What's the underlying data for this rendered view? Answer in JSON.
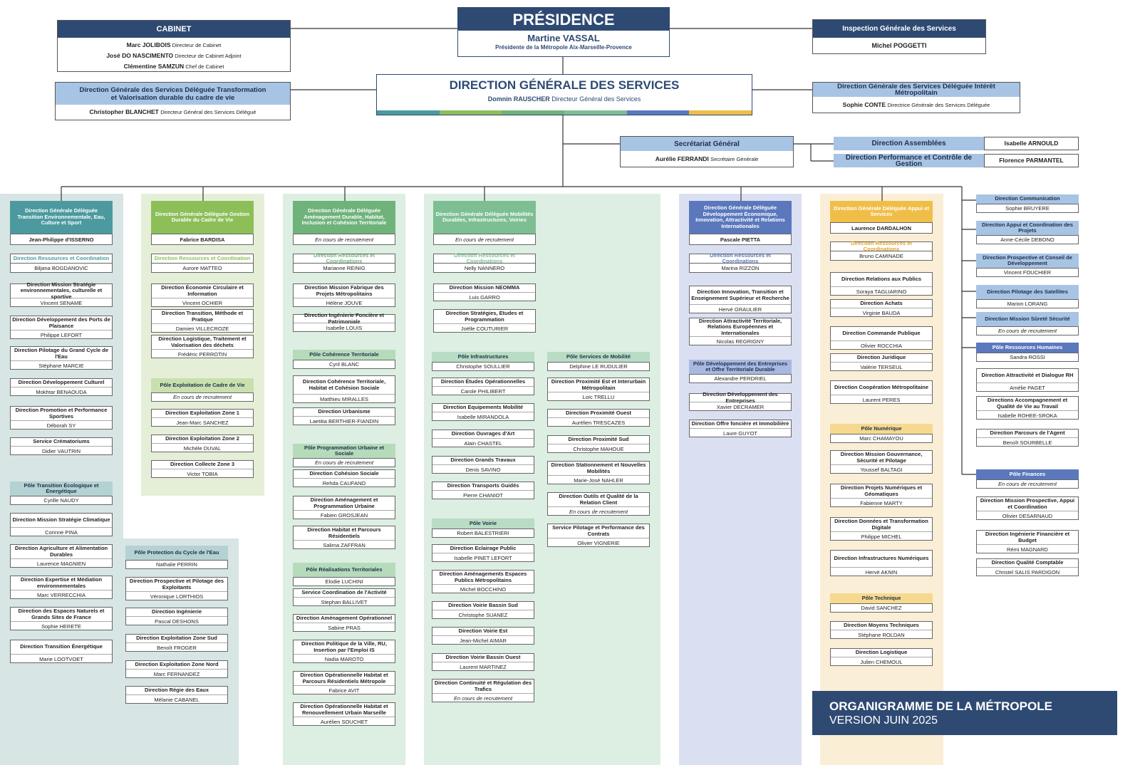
{
  "colors": {
    "navy": "#2e4a73",
    "lightblue": "#a8c4e4",
    "teal": "#4c9aa0",
    "green": "#8cbf58",
    "green2": "#6fb37a",
    "green3": "#7dbf92",
    "purple": "#5b78bd",
    "gold": "#f0be48",
    "bg_teal": "#d7e5e4",
    "bg_green": "#e5efd8",
    "bg_green2": "#ddeee2",
    "bg_purple": "#dbdff2",
    "bg_gold": "#fbeed6"
  },
  "presidence": {
    "title": "PRÉSIDENCE",
    "name": "Martine VASSAL",
    "role": "Présidente de la Métropole Aix-Marseille-Provence"
  },
  "cabinet": {
    "title": "CABINET",
    "lines": [
      [
        "Marc JOLIBOIS",
        "Directeur de Cabinet"
      ],
      [
        "José DO NASCIMENTO",
        "Directeur de Cabinet Adjoint"
      ],
      [
        "Clémentine SAMZUN",
        "Chef de Cabinet"
      ]
    ]
  },
  "inspection": {
    "title": "Inspection Générale des Services",
    "name": "Michel POGGETTI"
  },
  "dgs": {
    "title": "DIRECTION GÉNÉRALE DES SERVICES",
    "name": "Domnin RAUSCHER",
    "role": "Directeur Général des Services"
  },
  "dgsd_left": {
    "title": "Direction Générale des Services Déléguée Transformation et Valorisation durable du cadre de vie",
    "name": "Christopher BLANCHET",
    "role": "Directeur Général des Services Délégué"
  },
  "dgsd_right": {
    "title": "Direction Générale des Services Déléguée Intérêt Métropolitain",
    "name": "Sophie CONTE",
    "role": "Directrice Générale des Services Déléguée"
  },
  "secretariat": {
    "title": "Secrétariat Général",
    "name": "Aurélie FERRANDI",
    "role": "Secrétaire Générale"
  },
  "assemblees": {
    "title": "Direction Assemblées",
    "name": "Isabelle ARNOULD"
  },
  "performance": {
    "title": "Direction  Performance et Contrôle de Gestion",
    "name": "Florence PARMANTEL"
  },
  "footer": {
    "line1": "ORGANIGRAMME DE LA MÉTROPOLE",
    "line2": "VERSION JUIN 2025"
  },
  "col1": {
    "head": "Direction Générale Déléguée Transition Environnementale, Eau, Culture et Sport",
    "name": "Jean-Philippe d'ISSERNO",
    "res_title": "Direction Ressources et Coordination",
    "res_name": "Biljana BOGDANOVIC",
    "units": [
      [
        "Direction Mission Stratégie environnementales, culturelle et sportive",
        "Vincent SENAME"
      ],
      [
        "Direction Développement des Ports de Plaisance",
        "Philippe LEFORT"
      ],
      [
        "Direction Pilotage du Grand Cycle de l'Eau",
        "Stéphane MARCIE"
      ],
      [
        "Direction Développement Culturel",
        "Mokhtar BENAOUDA"
      ],
      [
        "Direction Promotion et Performance Sportives",
        "Déborah SY"
      ],
      [
        "Service Crématoriums",
        "Didier VAUTRIN"
      ]
    ],
    "pole_title": "Pôle Transition Écologique et Énergétique",
    "pole_name": "Cyrille NAUDY",
    "pole_units": [
      [
        "Direction Mission Stratégie Climatique",
        "Corinne PINA"
      ],
      [
        "Direction Agriculture et Alimentation Durables",
        "Laurence MAGNIEN"
      ],
      [
        "Direction Expertise et Médiation environnementales",
        "Marc VERRECCHIA"
      ],
      [
        "Direction des Espaces Naturels et Grands Sites de France",
        "Sophie HERETE"
      ],
      [
        "Direction Transition Énergétique",
        "Marie LOOTVOET"
      ]
    ],
    "pole2_title": "Pôle Protection du Cycle de l'Eau",
    "pole2_name": "Nathalie PERRIN",
    "pole2_units": [
      [
        "Direction  Prospective et Pilotage des Exploitants",
        "Véronique LORTHIOS"
      ],
      [
        "Direction Ingénierie",
        "Pascal DESHONS"
      ],
      [
        "Direction Exploitation Zone Sud",
        "Benoît FROGER"
      ],
      [
        "Direction Exploitation Zone Nord",
        "Marc FERNANDEZ"
      ],
      [
        "Direction Régie des Eaux",
        "Mélanie CABANEL"
      ]
    ]
  },
  "col2": {
    "head": "Direction Générale Déléguée Gestion Durable du Cadre de Vie",
    "name": "Fabrice BARDISA",
    "res_title": "Direction Ressources et Coordination",
    "res_name": "Aurore MATTEO",
    "units": [
      [
        "Direction Économie Circulaire et Information",
        "Vincent OCHIER"
      ],
      [
        "Direction Transition, Méthode et Pratique",
        "Damien VILLECROZE"
      ],
      [
        "Direction Logistique, Traitement et Valorisation des déchets",
        "Frédéric PERROTIN"
      ]
    ],
    "pole_title": "Pôle Exploitation de Cadre de Vie",
    "pole_name": "En cours de recrutement",
    "pole_units": [
      [
        "Direction Exploitation Zone 1",
        "Jean-Marc SANCHEZ"
      ],
      [
        "Direction Exploitation Zone 2",
        "Michèle DUVAL"
      ],
      [
        "Direction Collecte Zone 3",
        "Victor TOBIA"
      ]
    ]
  },
  "col3": {
    "head": "Direction Générale Déléguée Aménagement Durable, Habitat, Inclusion et Cohésion Territoriale",
    "name": "En cours de recrutement",
    "res_title": "Direction Ressources et Coordinations",
    "res_name": "Marianne REINIG",
    "units": [
      [
        "Direction Mission Fabrique des Projets Métropolitains",
        "Hélène JOUVE"
      ],
      [
        "Direction Ingénierie Foncière et Patrimoniale",
        "Isabelle LOUIS"
      ]
    ],
    "pole1_title": "Pôle Cohérence Territoriale",
    "pole1_name": "Cyril BLANC",
    "pole1_units": [
      [
        "Direction Cohérence Territoriale, Habitat et Cohésion Sociale",
        "Matthieu MIRALLES"
      ],
      [
        "Direction Urbanisme",
        "Laetitia BERTHIER-FIANDIN"
      ]
    ],
    "pole2_title": "Pôle Programmation Urbaine et Sociale",
    "pole2_name": "En cours de recrutement",
    "pole2_units": [
      [
        "Direction Cohésion Sociale",
        "Rehda CAUFANO"
      ],
      [
        "Direction Aménagement et Programmation Urbaine",
        "Fabien GROSJEAN"
      ],
      [
        "Direction Habitat et Parcours Résidentiels",
        "Salima ZAFFRAN"
      ]
    ],
    "pole3_title": "Pôle Réalisations Territoriales",
    "pole3_name": "Elodie LUCHINI",
    "pole3_units": [
      [
        "Service Coordination de l'Activité",
        "Stephan BALLIVET"
      ],
      [
        "Direction Aménagement Opérationnel",
        "Sabine PRAS"
      ],
      [
        "Direction Politique de la Ville, RU, Insertion par l'Emploi IS",
        "Nadia MAROTO"
      ],
      [
        "Direction Opérationnelle Habitat et Parcours Résidentiels Métropole",
        "Fabrice AVIT"
      ],
      [
        "Direction Opérationnelle Habitat et Renouvellement Urbain Marseille",
        "Aurélien SOUCHET"
      ]
    ]
  },
  "col4": {
    "head": "Direction Générale Déléguée Mobilités Durables, Infrastructures, Voiries",
    "name": "En cours de recrutement",
    "res_title": "Direction Ressources et Coordinations",
    "res_name": "Nelly NANNERO",
    "units": [
      [
        "Direction Mission NEOMMA",
        "Luis GARRO"
      ],
      [
        "Direction Stratégies, Etudes et Programmation",
        "Joëlle COUTURIER"
      ]
    ],
    "pole1_title": "Pôle Infrastructures",
    "pole1_name": "Christophe SOULLIER",
    "pole1_units": [
      [
        "Direction Études Opérationnelles",
        "Carole PHILIBERT"
      ],
      [
        "Direction Equipements Mobilité",
        "Isabelle MIRANDOLA"
      ],
      [
        "Direction Ouvrages d'Art",
        "Alain CHASTEL"
      ],
      [
        "Direction Grands Travaux",
        "Denis SAVINO"
      ],
      [
        "Direction Transports Guidés",
        "Pierre CHANIOT"
      ]
    ],
    "pole2_title": "Pôle Services de Mobilité",
    "pole2_name": "Delphine LE RUDULIER",
    "pole2_units": [
      [
        "Direction Proximité Est et Interurbain Métropolitain",
        "Loïc TRELLU"
      ],
      [
        "Direction Proximité Ouest",
        "Aurélien TRESCAZES"
      ],
      [
        "Direction Proximité Sud",
        "Christophe MAHOUE"
      ],
      [
        "Direction Stationnement et Nouvelles Mobilités",
        "Marie-José NAHLER"
      ],
      [
        "Direction Outils et Qualité de la Relation Client",
        "En cours de recrutement"
      ],
      [
        "Service Pilotage et Performance des Contrats",
        "Olivier VIGNERIE"
      ]
    ],
    "pole3_title": "Pôle Voirie",
    "pole3_name": "Robert BALESTRIERI",
    "pole3_units": [
      [
        "Direction Eclairage Public",
        "Isabelle PINET LEFORT"
      ],
      [
        "Direction Aménagements Espaces Publics Métropolitains",
        "Michel BOCCHINO"
      ],
      [
        "Direction Voirie Bassin Sud",
        "Christophe SUANEZ"
      ],
      [
        "Direction Voirie Est",
        "Jean-Michel AIMAR"
      ],
      [
        "Direction Voirie Bassin Ouest",
        "Laurent MARTINEZ"
      ],
      [
        "Direction Continuité et Régulation des Trafics",
        "En cours de recrutement"
      ]
    ]
  },
  "col5": {
    "head": "Direction Générale Déléguée Développement Économique, Innovation, Attractivité et Relations Internationales",
    "name": "Pascale PIETTA",
    "res_title": "Direction Ressources et Coordinations",
    "res_name": "Marina RIZZON",
    "units": [
      [
        "Direction Innovation, Transition et Enseignement Supérieur et Recherche",
        "Hervé GRAULIER"
      ],
      [
        "Direction Attractivité Territoriale, Relations Européennes et Internationales",
        "Nicolas REGRIGNY"
      ]
    ],
    "pole_title": "Pôle Développement des Entreprises et Offre Territoriale Durable",
    "pole_name": "Alexandre PERDRIEL",
    "pole_units": [
      [
        "Direction Développement des Entreprises",
        "Xavier DECRAMER"
      ],
      [
        "Direction  Offre foncière et Immobilière",
        "Laure GUYOT"
      ]
    ]
  },
  "col6": {
    "head": "Direction Générale Déléguée Appui et Services",
    "name": "Laurence DARDALHON",
    "res_title": "Direction Ressources et Coordinations",
    "res_name": "Bruno CAMINADE",
    "units": [
      [
        "Direction Relations aux Publics",
        "Soraya TAGLIARINO"
      ],
      [
        "Direction Achats",
        "Virginie BAUDA"
      ],
      [
        "Direction Commande Publique",
        "Olivier ROCCHIA"
      ],
      [
        "Direction Juridique",
        "Valérie TERSEUL"
      ],
      [
        "Direction Coopération Métropolitaine",
        "Laurent PERES"
      ]
    ],
    "pole1_title": "Pôle Numérique",
    "pole1_name": "Marc CHAMAYOU",
    "pole1_units": [
      [
        "Direction Mission Gouvernance, Sécurité et Pilotage",
        "Youssef BALTAGI"
      ],
      [
        "Direction Projets Numériques et Géomatiques",
        "Fabienne MARTY"
      ],
      [
        "Direction Données et Transformation Digitale",
        "Philippe MICHEL"
      ],
      [
        "Direction Infrastructures Numériques",
        "Hervé AKNIN"
      ]
    ],
    "pole2_title": "Pôle Technique",
    "pole2_name": "David SANCHEZ",
    "pole2_units": [
      [
        "Direction Moyens Techniques",
        "Stéphane ROLDAN"
      ],
      [
        "Direction Logistique",
        "Julien CHEMOUL"
      ]
    ]
  },
  "col7": {
    "units": [
      [
        "Direction Communication",
        "Sophie BRUYERE"
      ],
      [
        "Direction Appui et Coordination des Projets",
        "Anne-Cécile DEBONO"
      ],
      [
        "Direction Prospective et Conseil de Développement",
        "Vincent FOUCHIER"
      ],
      [
        "Direction Pilotage des Satellites",
        "Marion LORANG"
      ],
      [
        "Direction Mission Sûreté Sécurité",
        "En cours de recrutement"
      ]
    ],
    "rh_title": "Pôle Ressources Humaines",
    "rh_name": "Sandra ROSSI",
    "rh_units": [
      [
        "Direction Attractivité et Dialogue RH",
        "Amélie PAGET"
      ],
      [
        "Directions Accompagnement et Qualité de Vie au Travail",
        "Isabelle ROHEE-SROKA"
      ],
      [
        "Direction Parcours de l'Agent",
        "Benoît SOURBELLE"
      ]
    ],
    "fin_title": "Pôle Finances",
    "fin_name": "En cours de recrutement",
    "fin_units": [
      [
        "Direction Mission Prospective, Appui et Coordination",
        "Olivier DESARNAUD"
      ],
      [
        "Direction Ingénierie Financière et Budget",
        "Rémi MAGNARD"
      ],
      [
        "Direction Qualité Comptable",
        "Christel SALIS PARDIGON"
      ]
    ]
  }
}
